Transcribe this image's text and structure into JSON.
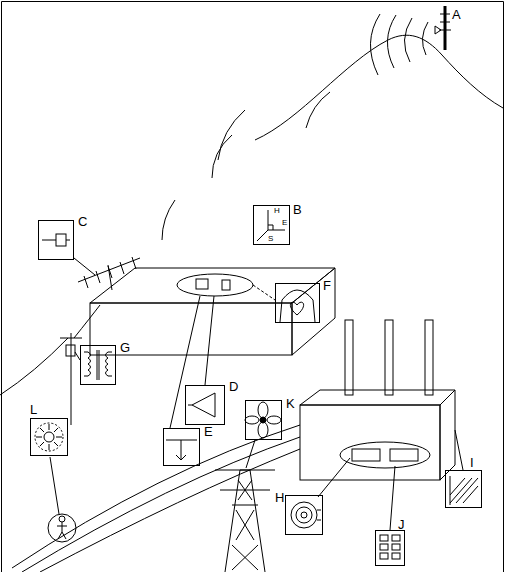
{
  "diagram": {
    "nodes": [
      {
        "text": [
          "B",
          "H",
          "E",
          "S"
        ]
      },
      {
        "text": [
          "C"
        ]
      },
      {
        "text": [
          "F"
        ]
      },
      {
        "text": [
          "G"
        ]
      },
      {
        "text": [
          "D"
        ]
      },
      {
        "text": [
          "K"
        ]
      },
      {
        "text": [
          "I"
        ]
      },
      {
        "text": [
          "L"
        ]
      },
      {
        "text": [
          "E"
        ]
      },
      {
        "text": [
          "H"
        ]
      },
      {
        "text": [
          "J"
        ]
      }
    ],
    "labels": [
      "A"
    ]
  }
}
